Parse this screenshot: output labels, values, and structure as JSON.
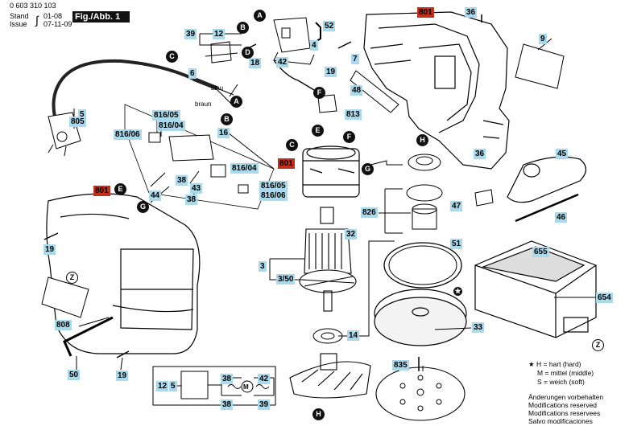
{
  "header": {
    "doc_number": "0 603 310 103",
    "stand_label": "Stand",
    "issue_label": "Issue",
    "stand_date": "01-08",
    "issue_date": "07-11-09",
    "figure_label": "Fig./Abb. 1"
  },
  "part_labels": [
    "52",
    "39",
    "12",
    "4",
    "18",
    "42",
    "19",
    "7",
    "36",
    "9",
    "5",
    "805",
    "6",
    "813",
    "816/05",
    "816/04",
    "816/06",
    "16",
    "48",
    "45",
    "36",
    "38",
    "43",
    "44",
    "38",
    "816/04",
    "816/05",
    "816/06",
    "826",
    "47",
    "46",
    "32",
    "51",
    "655",
    "3",
    "3/50",
    "654",
    "14",
    "33",
    "19",
    "808",
    "50",
    "19",
    "835",
    "12",
    "5",
    "38",
    "42",
    "38",
    "39"
  ],
  "highlight_labels": [
    "801",
    "801",
    "801"
  ],
  "wire_labels": {
    "blue": "blau",
    "brown": "braun"
  },
  "letter_markers": [
    "A",
    "B",
    "C",
    "D",
    "E",
    "F",
    "G",
    "H"
  ],
  "motor_symbol": "M",
  "legend": {
    "star_symbol": "★",
    "hard": "H = hart (hard)",
    "medium": "M = mittel (middle)",
    "soft": "S = weich (soft)"
  },
  "notes": [
    "Änderungen vorbehalten",
    "Modifications reserved",
    "Modifications reservees",
    "Salvo modificaciones"
  ],
  "colors": {
    "label_bg": "#a9d9ea",
    "highlight_bg": "#c0301c",
    "line": "#000000"
  }
}
